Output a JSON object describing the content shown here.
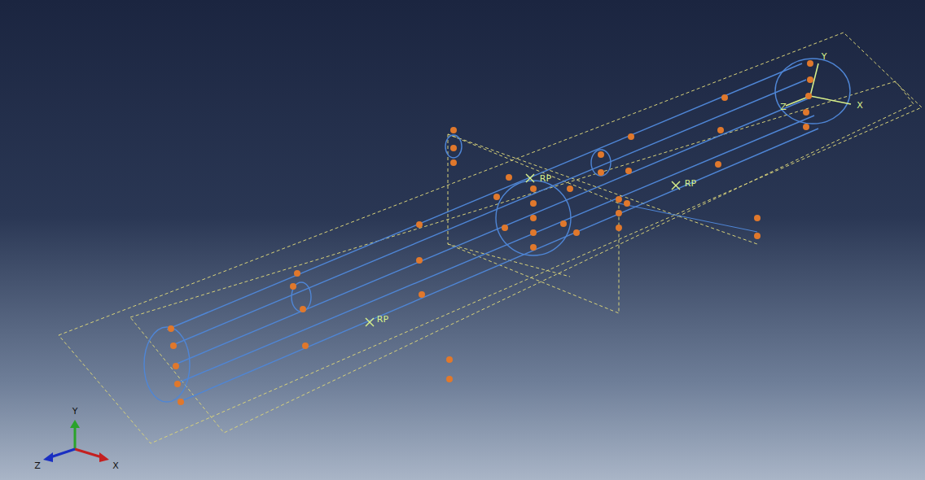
{
  "diagram": {
    "labels": [
      "RP",
      "RP",
      "RP",
      "Y",
      "X",
      "Z",
      "Y",
      "Z",
      "X"
    ]
  }
}
